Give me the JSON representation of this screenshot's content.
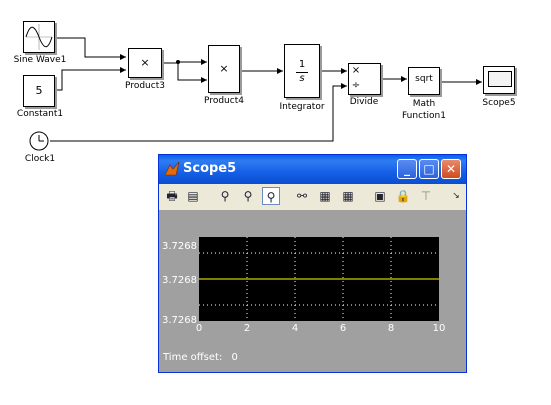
{
  "blocks": {
    "sine_wave": {
      "label": "Sine Wave1"
    },
    "constant": {
      "label": "Constant1",
      "value": "5"
    },
    "clock": {
      "label": "Clock1"
    },
    "product3": {
      "label": "Product3",
      "symbol": "×"
    },
    "product4": {
      "label": "Product4",
      "symbol": "×"
    },
    "integrator": {
      "label": "Integrator",
      "num": "1",
      "den": "s"
    },
    "divide": {
      "label": "Divide",
      "sym_top": "×",
      "sym_bot": "÷"
    },
    "math_function": {
      "label1": "Math",
      "label2": "Function1",
      "func": "sqrt"
    },
    "scope": {
      "label": "Scope5"
    }
  },
  "scope_window": {
    "title": "Scope5",
    "buttons": {
      "minimize": "_",
      "maximize": "□",
      "close": "✕"
    },
    "toolbar": [
      "printer-icon",
      "parameters-icon",
      "zoom-in-icon",
      "zoom-x-icon",
      "zoom-y-icon",
      "binoculars-icon",
      "save-axes-icon",
      "restore-axes-icon",
      "floating-scope-icon",
      "lock-icon",
      "signal-selection-icon",
      "dropdown-arrow-icon"
    ],
    "time_offset_label": "Time offset:",
    "time_offset_value": "0"
  },
  "chart_data": {
    "type": "line",
    "x": [
      0,
      10
    ],
    "series": [
      {
        "values": [
          3.7268,
          3.7268
        ]
      }
    ],
    "xticks": [
      "0",
      "2",
      "4",
      "6",
      "8",
      "10"
    ],
    "yticks": [
      "3.7268",
      "3.7268",
      "3.7268"
    ],
    "xlim": [
      0,
      10
    ],
    "colors": {
      "background": "#000000",
      "line": "#ffff00",
      "grid": "#ffffff"
    },
    "grid": true
  }
}
